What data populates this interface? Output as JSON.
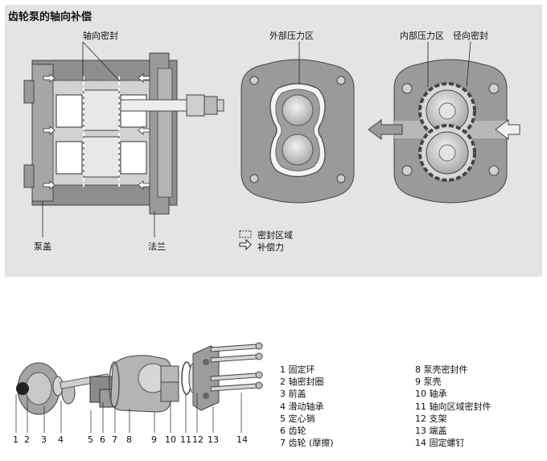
{
  "title": "齿轮泵的轴向补偿",
  "labels": {
    "axial_seal": "轴向密封",
    "external_pressure_zone": "外部压力区",
    "internal_pressure_zone": "内部压力区",
    "radial_seal": "径向密封",
    "pump_cover": "泵盖",
    "flange": "法兰"
  },
  "legend": {
    "seal_area": "密封区域",
    "compensation_force": "补偿力"
  },
  "part_numbers": [
    "1",
    "2",
    "3",
    "4",
    "5",
    "6",
    "7",
    "8",
    "9",
    "10",
    "11",
    "12",
    "13",
    "14"
  ],
  "parts_left": [
    "1 固定环",
    "2 轴密封圈",
    "3 前盖",
    "4 滑动轴承",
    "5 定心销",
    "6 齿轮",
    "7 齿轮 (摩擦)"
  ],
  "parts_right": [
    "8 泵壳密封件",
    "9 泵壳",
    "10 轴承",
    "11 轴向区域密封件",
    "12 支架",
    "13 端盖",
    "14 固定螺钉"
  ],
  "colors": {
    "panel_bg": "#e4e4e6",
    "metal_dark": "#8e8e90",
    "metal_mid": "#b4b4b6",
    "metal_light": "#d8d8da"
  }
}
